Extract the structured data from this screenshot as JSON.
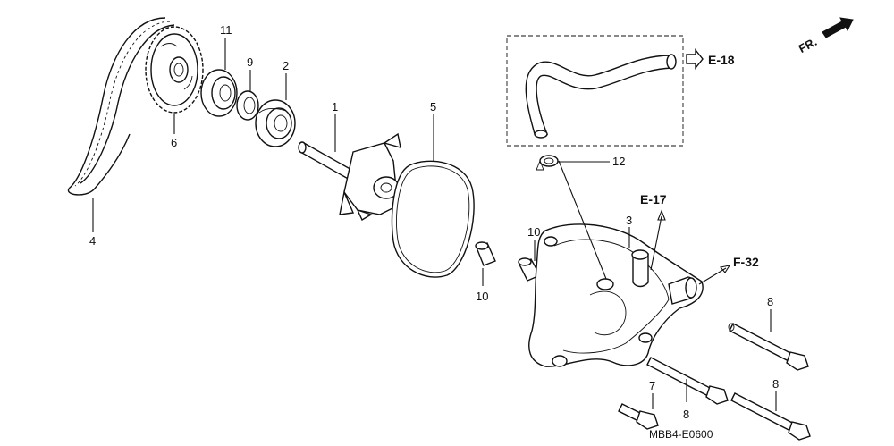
{
  "diagram": {
    "callouts": [
      {
        "id": "c11",
        "text": "11"
      },
      {
        "id": "c9",
        "text": "9"
      },
      {
        "id": "c2",
        "text": "2"
      },
      {
        "id": "c1",
        "text": "1"
      },
      {
        "id": "c5",
        "text": "5"
      },
      {
        "id": "c6",
        "text": "6"
      },
      {
        "id": "c4",
        "text": "4"
      },
      {
        "id": "c12",
        "text": "12"
      },
      {
        "id": "c3",
        "text": "3"
      },
      {
        "id": "c10a",
        "text": "10"
      },
      {
        "id": "c10b",
        "text": "10"
      },
      {
        "id": "c8a",
        "text": "8"
      },
      {
        "id": "c8b",
        "text": "8"
      },
      {
        "id": "c8c",
        "text": "8"
      },
      {
        "id": "c7",
        "text": "7"
      }
    ],
    "references": {
      "e18": "E-18",
      "e17": "E-17",
      "f32": "F-32"
    },
    "direction_label": "FR.",
    "drawing_code": "MBB4-E0600"
  }
}
